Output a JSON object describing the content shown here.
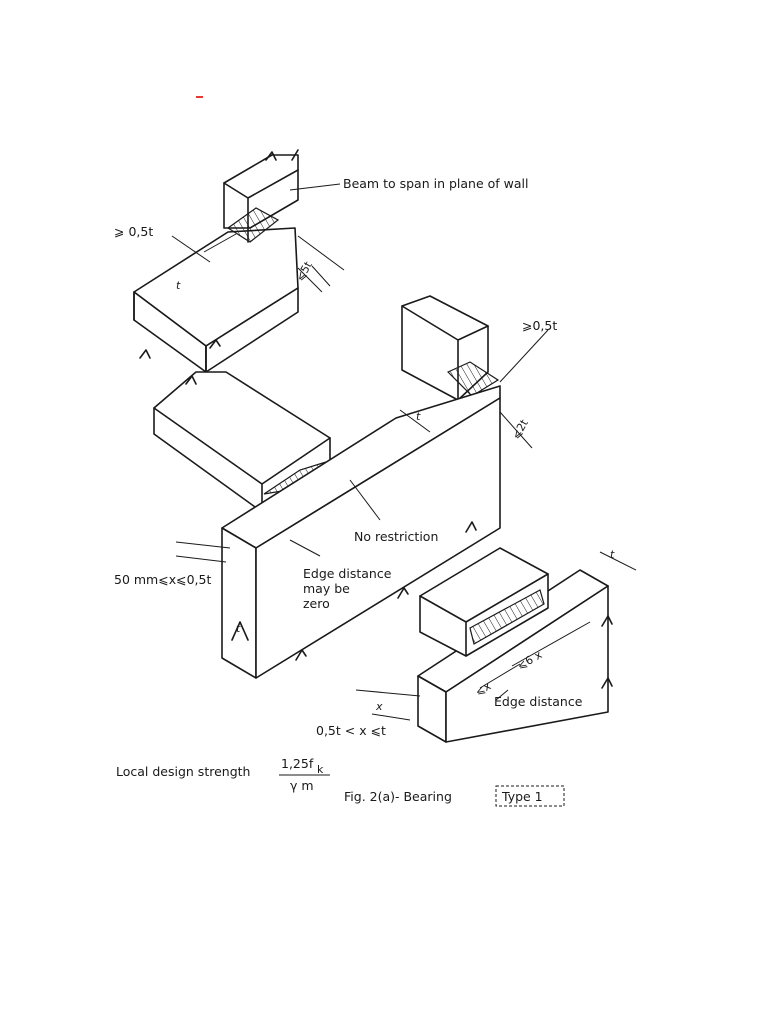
{
  "figure": {
    "labels": {
      "beam_span": "Beam to span in plane of wall",
      "top_min_edge": "⩾ 0,5t",
      "top_max_bearing": "⩽5t",
      "right_min_edge": "⩾0,5t",
      "right_max_bearing": "⩽2t",
      "no_restriction": "No restriction",
      "left_range": "50 mm⩽x⩽0,5t",
      "edge_zero_line1": "Edge distance",
      "edge_zero_line2": "may be",
      "edge_zero_line3": "zero",
      "max_6x": "⩽6 x",
      "max_x": "⩽x",
      "edge_distance": "Edge distance",
      "bottom_range": "0,5t < x ⩽t",
      "t_symbol": "t",
      "x_symbol": "x"
    },
    "formula": {
      "lead": "Local design strength",
      "numerator": "1,25f",
      "numerator_sub": "k",
      "denominator": "γ m"
    },
    "caption": {
      "prefix": "Fig.  2(a)- Bearing",
      "boxed": "Type 1"
    },
    "colors": {
      "ink": "#1a1a1a",
      "mark": "#e53935"
    }
  }
}
